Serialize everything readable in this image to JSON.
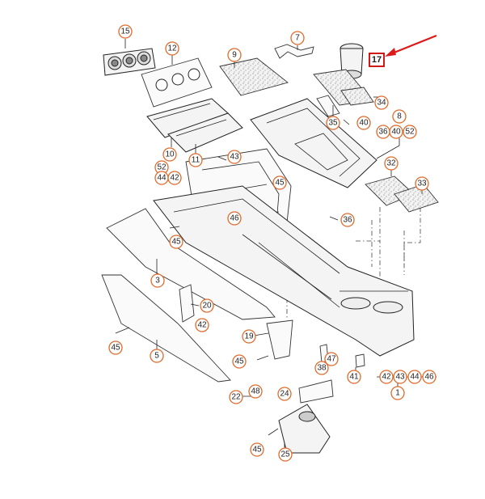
{
  "callouts": {
    "c1": "1",
    "c3": "3",
    "c5": "5",
    "c7": "7",
    "c8": "8",
    "c9": "9",
    "c10": "10",
    "c11": "11",
    "c12": "12",
    "c15": "15",
    "c17": "17",
    "c19": "19",
    "c20": "20",
    "c22": "22",
    "c24": "24",
    "c25": "25",
    "c32": "32",
    "c33": "33",
    "c34": "34",
    "c35": "35",
    "c36a": "36",
    "c36b": "36",
    "c38": "38",
    "c40a": "40",
    "c40b": "40",
    "c41": "41",
    "c42a": "42",
    "c42b": "42",
    "c42c": "42",
    "c43a": "43",
    "c43b": "43",
    "c44a": "44",
    "c44b": "44",
    "c45a": "45",
    "c45b": "45",
    "c45c": "45",
    "c45d": "45",
    "c45e": "45",
    "c46a": "46",
    "c46b": "46",
    "c47": "47",
    "c48": "48",
    "c52a": "52",
    "c52b": "52"
  },
  "highlight": {
    "label": "17",
    "box_color": "#cc0000",
    "arrow_color": "#dd1a1a"
  },
  "colors": {
    "callout_ring": "#e06a2a",
    "line": "#222222"
  }
}
